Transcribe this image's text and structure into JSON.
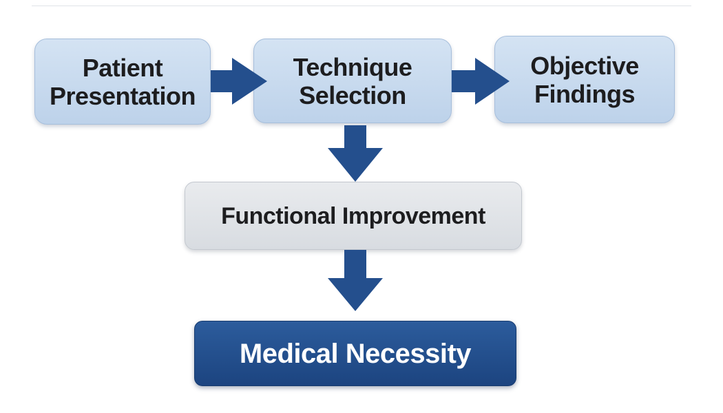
{
  "nodes": {
    "patient_presentation": "Patient\nPresentation",
    "technique_selection": "Technique\nSelection",
    "objective_findings": "Objective\nFindings",
    "functional_improvement": "Functional Improvement",
    "medical_necessity": "Medical Necessity"
  },
  "colors": {
    "arrow": "#244f8d",
    "box_light_blue": "#c9dbef",
    "box_grey": "#e0e3e7",
    "box_dark_blue": "#234f8c"
  }
}
